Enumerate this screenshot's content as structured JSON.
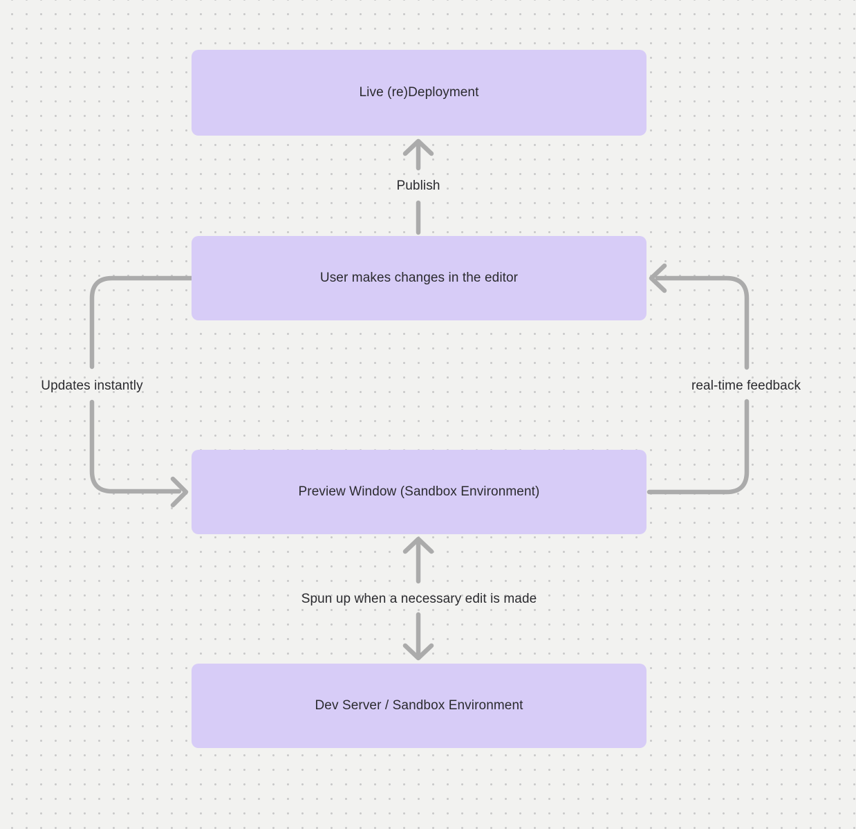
{
  "diagram": {
    "nodes": [
      {
        "id": "live-deployment",
        "label": "Live (re)Deployment"
      },
      {
        "id": "editor",
        "label": "User makes changes in the editor"
      },
      {
        "id": "preview",
        "label": "Preview Window (Sandbox Environment)"
      },
      {
        "id": "dev-server",
        "label": "Dev Server / Sandbox Environment"
      }
    ],
    "edges": [
      {
        "from": "editor",
        "to": "live-deployment",
        "label": "Publish",
        "direction": "up"
      },
      {
        "from": "editor",
        "to": "preview",
        "label": "Updates instantly",
        "direction": "left-loop-down"
      },
      {
        "from": "preview",
        "to": "editor",
        "label": "real-time feedback",
        "direction": "right-loop-up"
      },
      {
        "from": "preview",
        "to": "dev-server",
        "label": "Spun up when a necessary edit is made",
        "direction": "bidirectional"
      }
    ]
  },
  "colors": {
    "bg": "#f2f2f0",
    "dot": "#c9c9c9",
    "node_fill": "#d7ccf7",
    "arrow": "#ababab",
    "text": "#2a2a2e"
  }
}
